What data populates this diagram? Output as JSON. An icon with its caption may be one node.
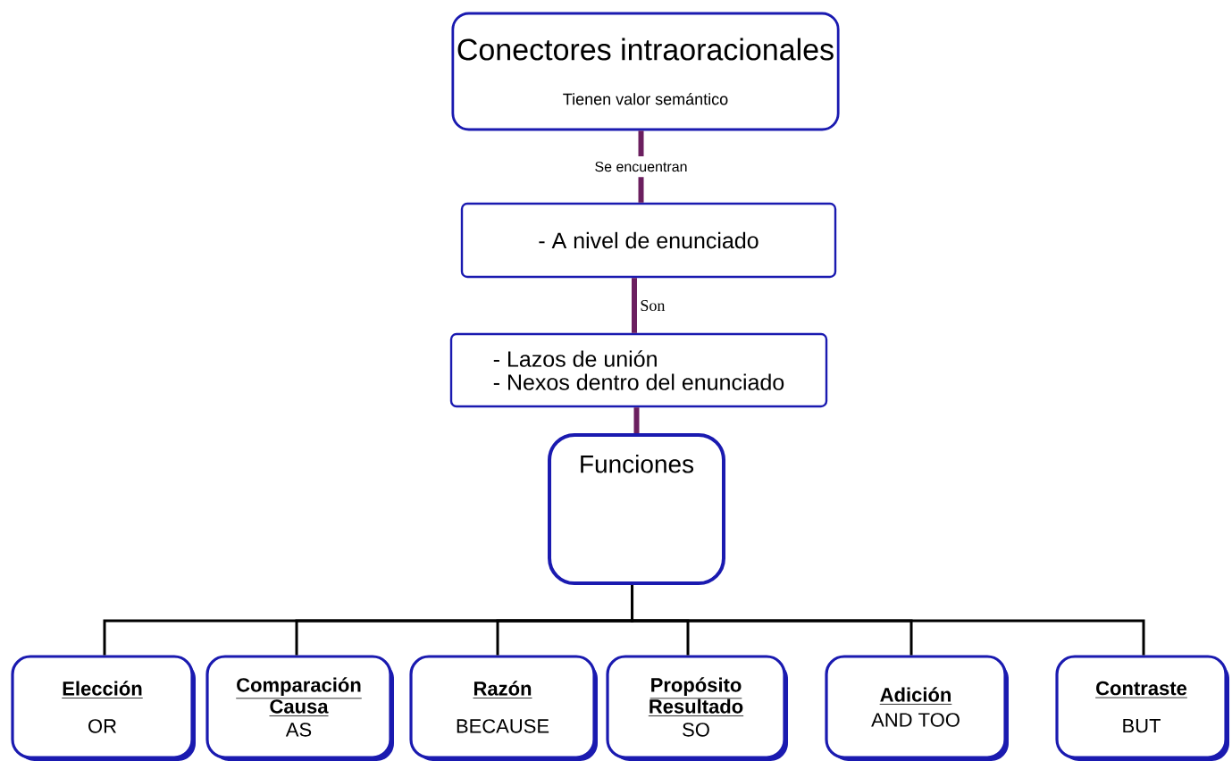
{
  "diagram": {
    "nodes": [
      {
        "text": [
          "Conectores intraoracionales",
          "Tienen valor semántico"
        ]
      },
      {
        "text": [
          "- A nivel de enunciado"
        ]
      },
      {
        "text": [
          "- Lazos de unión",
          "- Nexos dentro del enunciado"
        ]
      },
      {
        "text": [
          "Funciones"
        ]
      },
      {
        "text": [
          "Elección",
          "OR"
        ]
      },
      {
        "text": [
          "Comparación",
          "Causa",
          "AS"
        ]
      },
      {
        "text": [
          "Razón",
          "BECAUSE"
        ]
      },
      {
        "text": [
          "Propósito",
          "Resultado",
          "SO"
        ]
      },
      {
        "text": [
          "Adición",
          "AND TOO"
        ]
      },
      {
        "text": [
          "Contraste",
          "BUT"
        ]
      }
    ],
    "edges": [
      {
        "from": 0,
        "to": 1,
        "arrow": "none",
        "label": "Se encuentran",
        "style": "thick",
        "color": "#6b1f5f"
      },
      {
        "from": 1,
        "to": 2,
        "arrow": "none",
        "label": "Son",
        "style": "thick",
        "color": "#6b1f5f"
      },
      {
        "from": 2,
        "to": 3,
        "arrow": "none",
        "style": "thick",
        "color": "#6b1f5f"
      },
      {
        "from": 3,
        "to": 4,
        "arrow": "none"
      },
      {
        "from": 3,
        "to": 5,
        "arrow": "none"
      },
      {
        "from": 3,
        "to": 6,
        "arrow": "none"
      },
      {
        "from": 3,
        "to": 7,
        "arrow": "none"
      },
      {
        "from": 3,
        "to": 8,
        "arrow": "none"
      },
      {
        "from": 3,
        "to": 9,
        "arrow": "none"
      }
    ]
  }
}
